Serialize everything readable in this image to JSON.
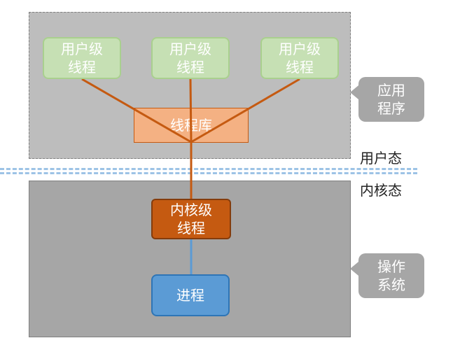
{
  "callouts": {
    "application": "应用\n程序",
    "operating_system": "操作\n系统"
  },
  "mode_labels": {
    "user_mode": "用户态",
    "kernel_mode": "内核态"
  },
  "user_level_threads": [
    "用户级\n线程",
    "用户级\n线程",
    "用户级\n线程"
  ],
  "thread_library": "线程库",
  "kernel_level_thread": "内核级\n线程",
  "process": "进程",
  "colors": {
    "user_thread_fill": "#c6e0b4",
    "thread_library_fill": "#f4b183",
    "kernel_thread_fill": "#c55a11",
    "process_fill": "#5b9bd5",
    "orange_link": "#c55a11",
    "blue_link": "#5b9bd5",
    "divider": "#9dc3e6"
  }
}
